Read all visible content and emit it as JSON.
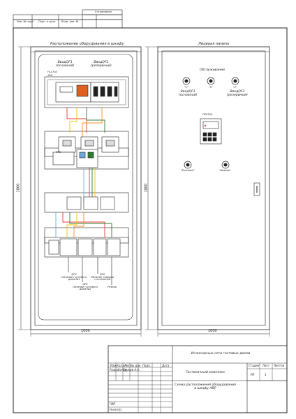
{
  "top_stamp": {
    "title": "Согласовано",
    "cells": [
      "Инв. № подл.",
      "Подп. и дата",
      "Взам. инв. №"
    ]
  },
  "cabinet": {
    "title": "Расположение оборудования в шкафу",
    "breaker1": "ВводQF1\n(основной)",
    "breaker2": "ВводQF2\n(резервный)",
    "nameplate_small": [
      "Fu1.Fu3",
      "10А"
    ],
    "relay_tag": "ПРС",
    "bottom_labels": {
      "qf3": "QF3\nПитание гостевого\nдома №1",
      "qf4": "QF4\nПитание гостевого\nдома №2",
      "qf5": "QF5\nПитание террасы\nс котельной",
      "reserve": "Резерв"
    },
    "width_dim": "1000",
    "height_dim": "1800"
  },
  "front": {
    "title": "Лицевая панель",
    "indicators_label": "Обслуживание",
    "ind_left": "\"1\"",
    "ind_mid": "\"0\"",
    "ind_right": "\"2\"",
    "breaker1": "ВводQF1\n(основной)",
    "breaker2": "ВводQF2\n(резервный)",
    "controller": "ПРС200",
    "btn_auto": "\"В режим\"",
    "btn_alarm": "\"Авария\"",
    "width_dim": "1000",
    "height_dim": "1800"
  },
  "title_block": {
    "project": "Инженерные сети гостевых домов",
    "object": "Гостиничный комплекс",
    "drawing": "Схема расположения оборудования\nв шкафу АВР",
    "stage_hdr": "Стадия",
    "sheet_hdr": "Лист",
    "sheets_hdr": "Листов",
    "stage": "РП",
    "sheet": "1",
    "cols": [
      "Изм.",
      "Кол.уч",
      "Лист",
      "№ док.",
      "Подп.",
      "Дата"
    ],
    "rows": [
      "Разработал",
      "ГИП",
      "Н.контр."
    ],
    "author": "Сурков А.А."
  },
  "colors": {
    "line": "#222222",
    "wire_red": "#e53935",
    "wire_green": "#2e7d32",
    "wire_yellow": "#f2c200",
    "wire_orange": "#f08c2a",
    "wire_blue": "#6fa8dc",
    "breaker_handle": "#e06020"
  }
}
